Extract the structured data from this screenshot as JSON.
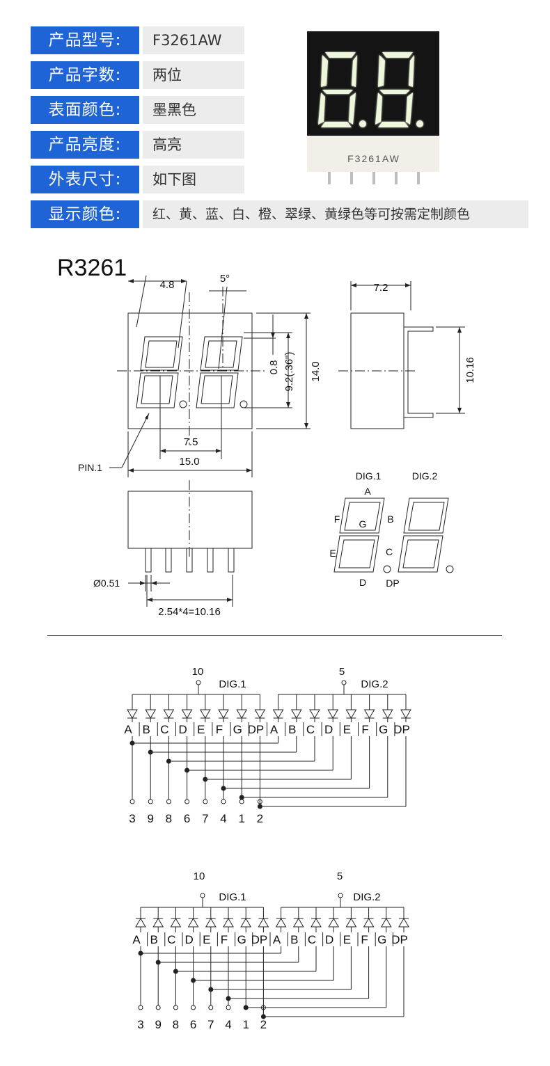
{
  "specs": [
    {
      "label": "产品型号:",
      "value": "F3261AW"
    },
    {
      "label": "产品字数:",
      "value": "两位"
    },
    {
      "label": "表面颜色:",
      "value": "墨黑色"
    },
    {
      "label": "产品亮度:",
      "value": "高亮"
    },
    {
      "label": "外表尺寸:",
      "value": "如下图"
    },
    {
      "label": "显示颜色:",
      "value": "红、黄、蓝、白、橙、翠绿、黄绿色等可按需定制颜色"
    }
  ],
  "colors": {
    "label_bg": "#1f64d6",
    "value_bg": "#ececec",
    "device_body": "#141414",
    "segment_glow": "#eef7dc"
  },
  "device": {
    "marking": "F3261AW"
  },
  "drawing": {
    "title": "R3261",
    "dim_pitch": "4.8",
    "dim_angle": "5°",
    "dim_side_width": "7.2",
    "dim_seg_width": "0.8",
    "dim_char_height": "9.2(.36\")",
    "dim_height": "14.0",
    "dim_pin_span_side": "10.16",
    "dim_digit_pitch": "7.5",
    "dim_width": "15.0",
    "pin1_label": "PIN.1",
    "pin_diameter": "Ø0.51",
    "pin_spacing": "2.54*4=10.16",
    "dig1": "DIG.1",
    "dig2": "DIG.2",
    "seg_a": "A",
    "seg_b": "B",
    "seg_c": "C",
    "seg_d": "D",
    "seg_e": "E",
    "seg_f": "F",
    "seg_g": "G",
    "seg_dp": "DP"
  },
  "schematic_top": {
    "common1": "10",
    "common2": "5",
    "dig1": "DIG.1",
    "dig2": "DIG.2",
    "segments": [
      "A",
      "B",
      "C",
      "D",
      "E",
      "F",
      "G",
      "DP",
      "A",
      "B",
      "C",
      "D",
      "E",
      "F",
      "G",
      "DP"
    ],
    "pins": [
      "3",
      "9",
      "8",
      "6",
      "7",
      "4",
      "1",
      "2"
    ]
  },
  "schematic_bottom": {
    "common1": "10",
    "common2": "5",
    "dig1": "DIG.1",
    "dig2": "DIG.2",
    "segments": [
      "A",
      "B",
      "C",
      "D",
      "E",
      "F",
      "G",
      "DP",
      "A",
      "B",
      "C",
      "D",
      "E",
      "F",
      "G",
      "DP"
    ],
    "pins": [
      "3",
      "9",
      "8",
      "6",
      "7",
      "4",
      "1",
      "2"
    ]
  }
}
